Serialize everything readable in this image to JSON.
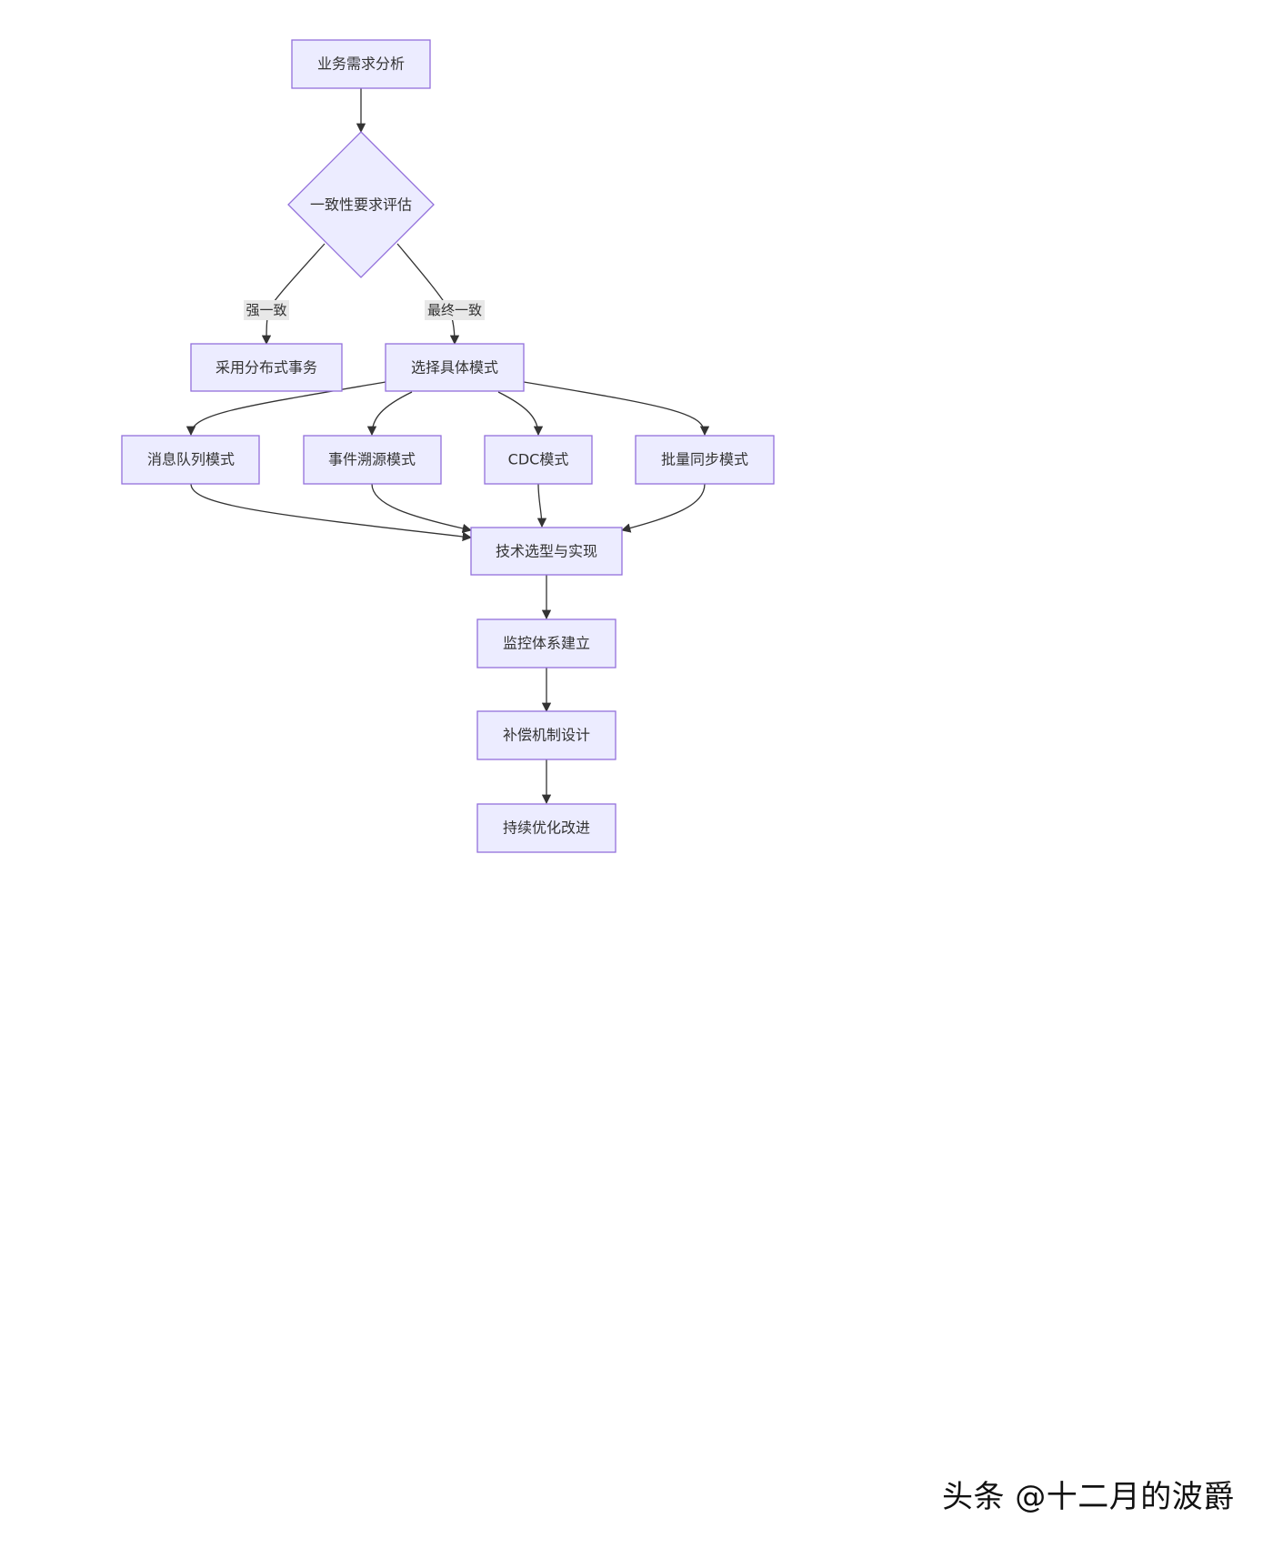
{
  "flowchart": {
    "nodes": {
      "analysis": "业务需求分析",
      "evaluate": "一致性要求评估",
      "distributed_tx": "采用分布式事务",
      "choose_pattern": "选择具体模式",
      "mq": "消息队列模式",
      "event_sourcing": "事件溯源模式",
      "cdc": "CDC模式",
      "batch_sync": "批量同步模式",
      "tech_selection": "技术选型与实现",
      "monitoring": "监控体系建立",
      "compensation": "补偿机制设计",
      "improvement": "持续优化改进"
    },
    "edge_labels": {
      "strong": "强一致",
      "eventual": "最终一致"
    },
    "colors": {
      "node_fill": "#ececff",
      "node_border": "#9370db",
      "edge": "#333333",
      "label_bg": "#e8e8e8"
    }
  },
  "watermark": {
    "text": "头条 @十二月的波爵"
  }
}
